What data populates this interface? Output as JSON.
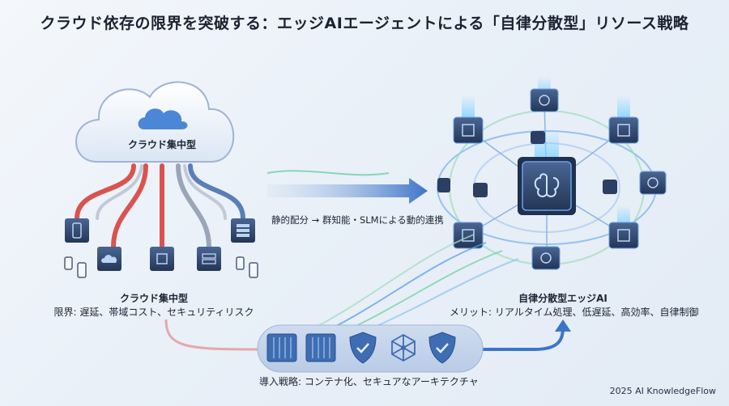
{
  "title": "クラウド依存の限界を突破する：エッジAIエージェントによる「自律分散型」リソース戦略",
  "left": {
    "cloud_label": "クラウド集中型",
    "caption_title": "クラウド集中型",
    "caption_text": "限界: 遅延、帯域コスト、セキュリティリスク"
  },
  "middle": {
    "arrow_text": "静的配分 → 群知能・SLMによる動的連携"
  },
  "right": {
    "caption_title": "自律分散型エッジAI",
    "caption_text": "メリット: リアルタイム処理、低遅延、高効率、自律制御"
  },
  "bottom": {
    "caption": "導入戦略: コンテナ化、セキュアなアーキテクチャ"
  },
  "credit": "2025 AI KnowledgeFlow",
  "colors": {
    "accent_blue": "#2f6fd0",
    "accent_red": "#d9534f",
    "accent_green": "#4cc38a",
    "chip_dark": "#2b3f63"
  }
}
